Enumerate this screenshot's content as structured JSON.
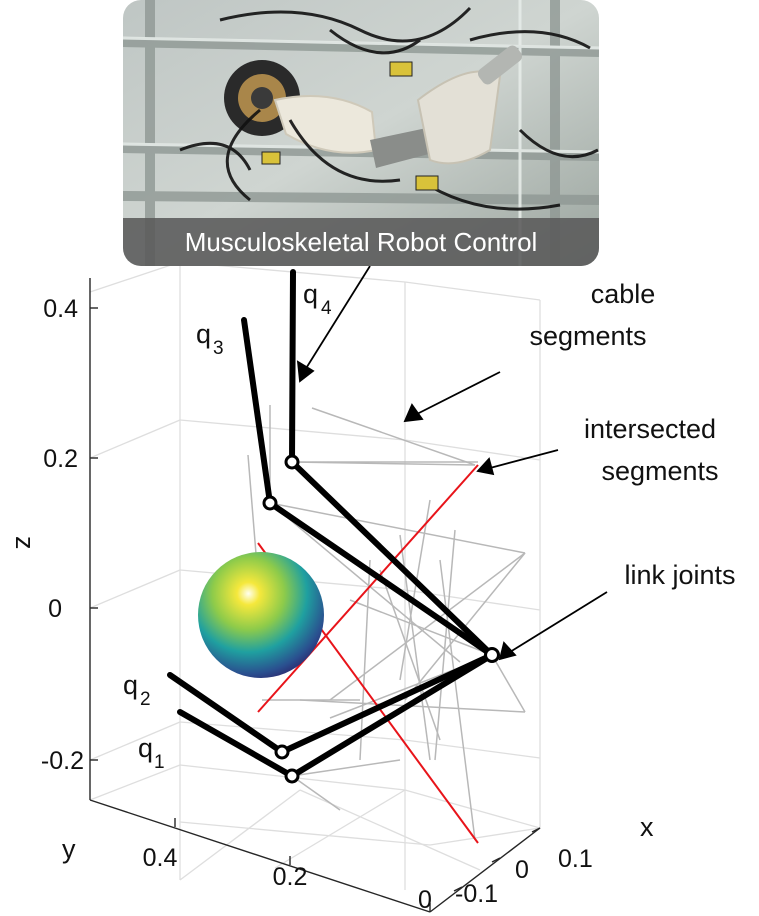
{
  "photo": {
    "caption": "Musculoskeletal Robot Control"
  },
  "axes": {
    "z_label": "z",
    "y_label": "y",
    "x_label": "x",
    "z_ticks": [
      "0.4",
      "0.2",
      "0",
      "-0.2"
    ],
    "y_ticks": [
      "0.4",
      "0.2",
      "0"
    ],
    "x_ticks": [
      "0.1",
      "0",
      "-0.1"
    ]
  },
  "annotations": {
    "cable_segments": [
      "cable",
      "segments"
    ],
    "intersected_segments": [
      "intersected",
      "segments"
    ],
    "link_joints": "link joints"
  },
  "joint_labels": [
    {
      "base": "q",
      "sub": "1"
    },
    {
      "base": "q",
      "sub": "2"
    },
    {
      "base": "q",
      "sub": "3"
    },
    {
      "base": "q",
      "sub": "4"
    }
  ],
  "colors": {
    "link": "#000000",
    "cable": "#b8b8b8",
    "intersected": "#e8141a",
    "grid": "#dedede",
    "photo_caption_bg": "#5a5a5a"
  }
}
